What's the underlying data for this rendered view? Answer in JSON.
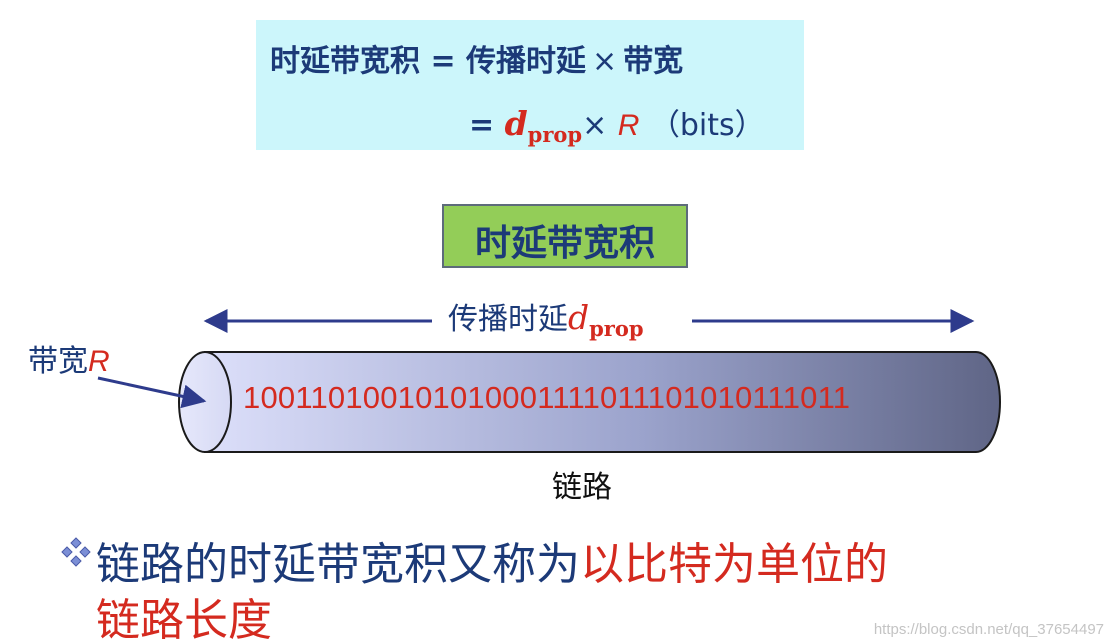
{
  "formula": {
    "line1_left": "时延带宽积",
    "line1_eq": "=",
    "line1_term": "传播时延",
    "line1_times": "×",
    "line1_right": "带宽",
    "line2_eq": "=",
    "line2_d": "d",
    "line2_sub": "prop",
    "line2_times": "×",
    "line2_r": "R",
    "line2_unit": "（bits）"
  },
  "title": "时延带宽积",
  "propagation": {
    "label": "传播时延",
    "d": "d",
    "sub": "prop"
  },
  "bandwidth": {
    "label": "带宽",
    "r": "R"
  },
  "bits": "100110100101010001111011101010111011",
  "link_label": "链路",
  "bullet": {
    "icon": "diamond-bullet-icon",
    "blue_part": "链路的时延带宽积又称为",
    "red_part": "以比特为单位的",
    "line2": "链路长度"
  },
  "watermark": "https://blog.csdn.net/qq_37654497",
  "colors": {
    "formula_bg": "#ccf6fb",
    "title_bg": "#93cd58",
    "text_blue": "#1c3a78",
    "text_red": "#d42a1f",
    "cable_light": "#dcdffa",
    "cable_dark": "#626889"
  }
}
